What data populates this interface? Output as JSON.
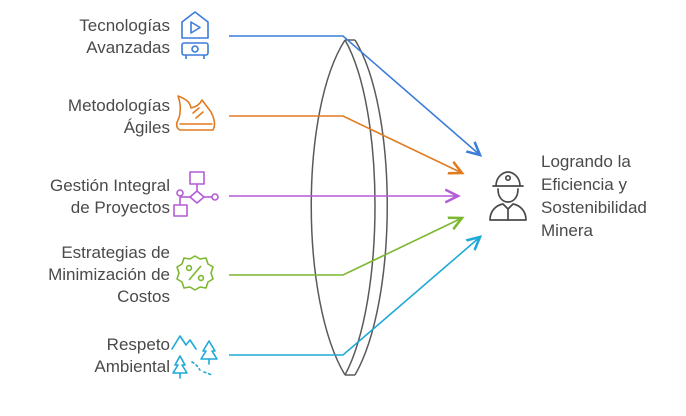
{
  "factors": [
    {
      "lines": [
        "Tecnologías",
        "Avanzadas"
      ],
      "icon": "video-tech-icon",
      "color": "#3b7dd8"
    },
    {
      "lines": [
        "Metodologías",
        "Ágiles"
      ],
      "icon": "running-shoe-icon",
      "color": "#e07b20"
    },
    {
      "lines": [
        "Gestión Integral",
        "de Proyectos"
      ],
      "icon": "flowchart-icon",
      "color": "#b45cd6"
    },
    {
      "lines": [
        "Estrategias de",
        "Minimización de",
        "Costos"
      ],
      "icon": "percent-badge-icon",
      "color": "#7cb82f"
    },
    {
      "lines": [
        "Respeto",
        "Ambiental"
      ],
      "icon": "nature-trees-icon",
      "color": "#1fa9d6"
    }
  ],
  "result": {
    "lines": [
      "Logrando la",
      "Eficiencia y",
      "Sostenibilidad",
      "Minera"
    ],
    "icon": "miner-worker-icon",
    "color": "#4a4a4a"
  },
  "lens": {
    "stroke": "#5a5a5a"
  }
}
